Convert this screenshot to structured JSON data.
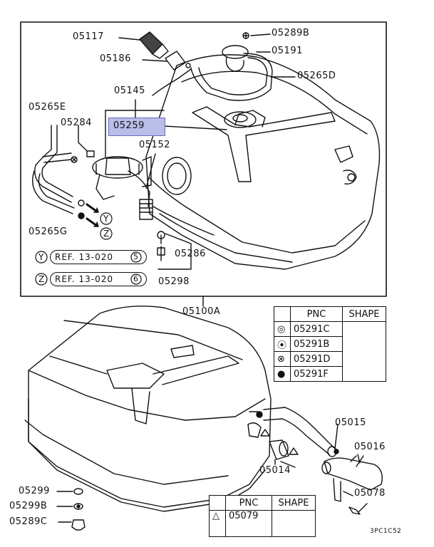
{
  "labels": {
    "p05117": "05117",
    "p05186": "05186",
    "p05145": "05145",
    "p05259": "05259",
    "p05152": "05152",
    "p05289B": "05289B",
    "p05191": "05191",
    "p05265D": "05265D",
    "p05265E": "05265E",
    "p05284": "05284",
    "p05265G": "05265G",
    "p05286": "05286",
    "p05298": "05298",
    "p05100A": "05100A",
    "p05015": "05015",
    "p05016": "05016",
    "p05014": "05014",
    "p05078": "05078",
    "p05299": "05299",
    "p05299B": "05299B",
    "p05289C": "05289C"
  },
  "refs": {
    "y_letter": "Y",
    "y_text": "REF. 13-020",
    "y_num": "5",
    "z_letter": "Z",
    "z_text": "REF. 13-020",
    "z_num": "6"
  },
  "arrow_markers": {
    "y": "Y",
    "z": "Z"
  },
  "table1": {
    "col_pnc": "PNC",
    "col_shape": "SHAPE",
    "rows": [
      {
        "symbol": "◎",
        "pnc": "05291C"
      },
      {
        "symbol": "⦿",
        "pnc": "05291B"
      },
      {
        "symbol": "⊗",
        "pnc": "05291D"
      },
      {
        "symbol": "●",
        "pnc": "05291F"
      }
    ]
  },
  "table2": {
    "col_pnc": "PNC",
    "col_shape": "SHAPE",
    "rows": [
      {
        "symbol": "△",
        "pnc": "05079"
      }
    ]
  },
  "diagram_code": "3PC1C52"
}
